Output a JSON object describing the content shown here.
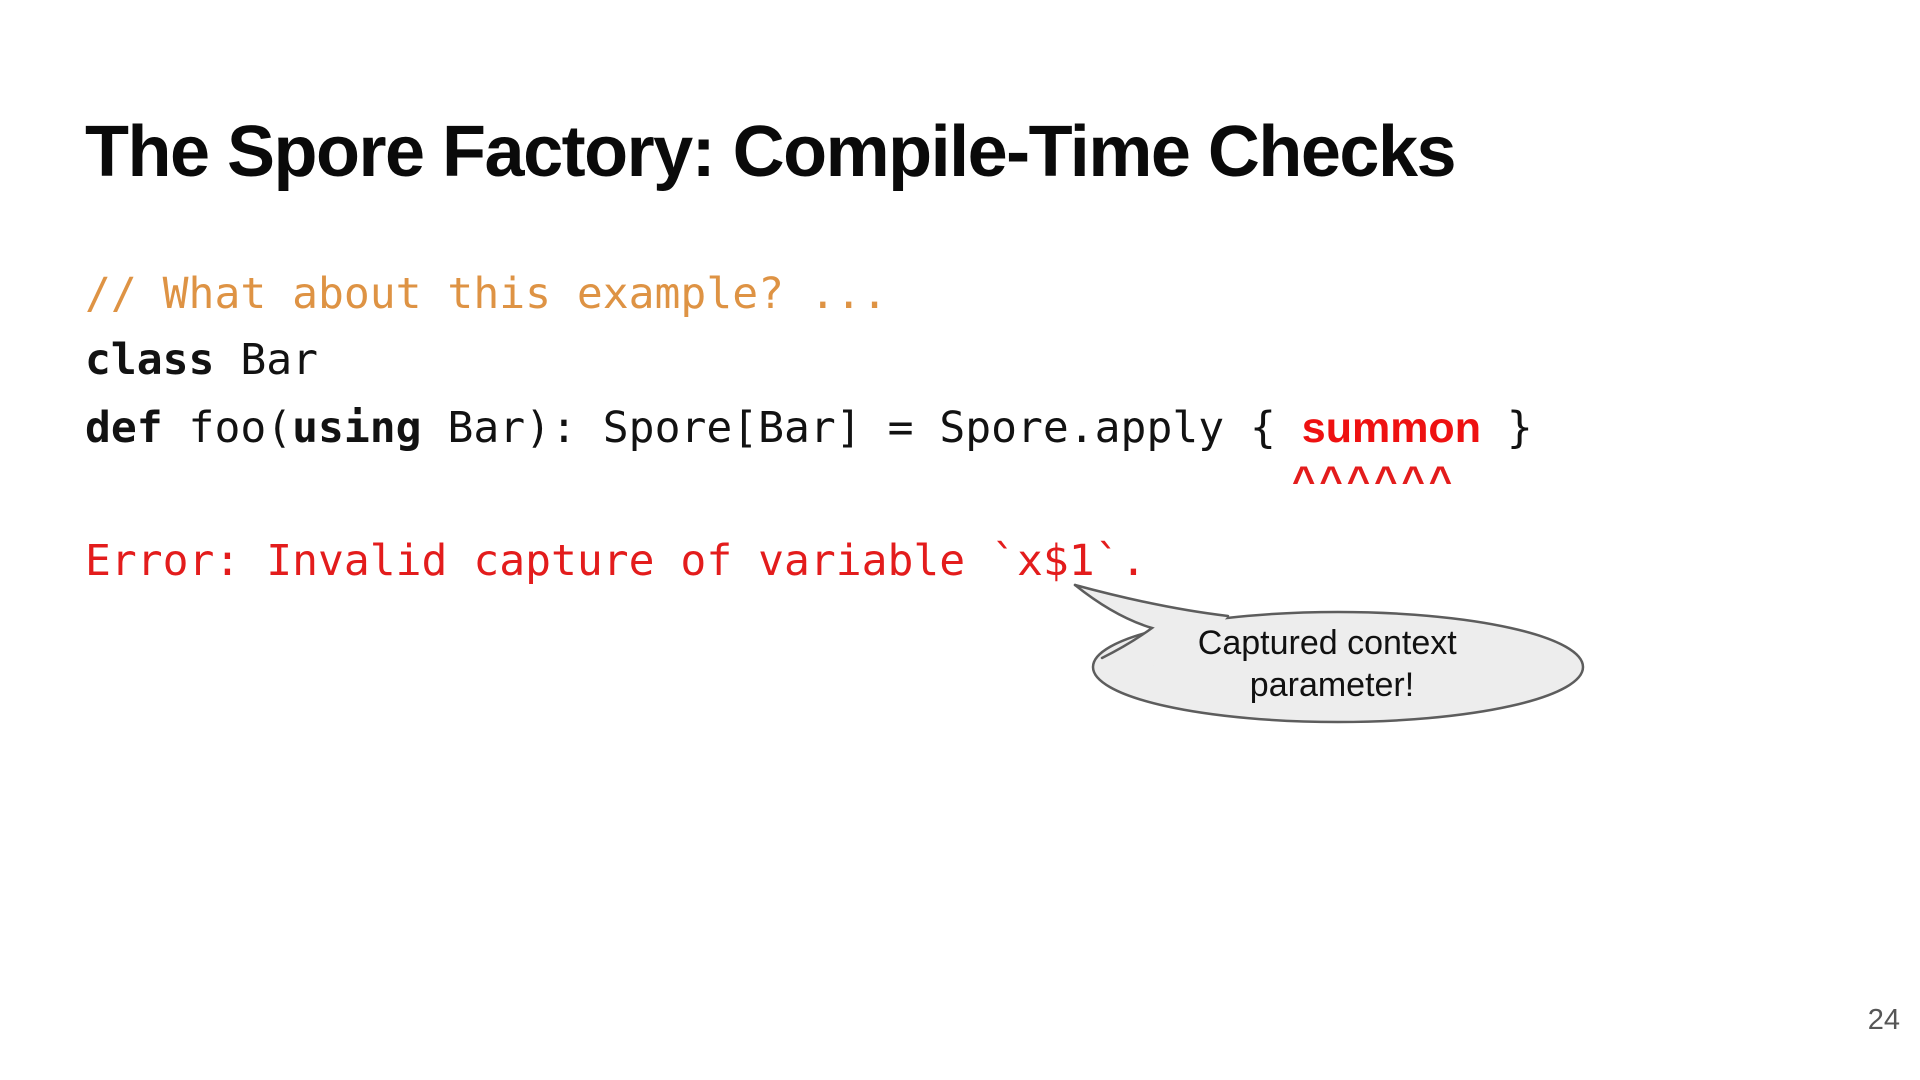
{
  "slide": {
    "title": "The Spore Factory: Compile-Time Checks"
  },
  "code": {
    "comment": "// What about this example? ...",
    "class_line": {
      "keyword": "class",
      "rest": " Bar"
    },
    "def_line": {
      "kw_def": "def",
      "mid1": " foo(",
      "kw_using": "using",
      "mid2": " Bar): Spore[Bar] = Spore.apply { ",
      "summon": "summon",
      "end": " }"
    },
    "carets": "^^^^^^",
    "error": "Error: Invalid capture of variable `x$1`."
  },
  "callout": {
    "line1": "Captured context",
    "line2": "parameter!"
  },
  "page_number": "24",
  "colors": {
    "comment_orange": "#de9344",
    "error_red": "#e31c1c",
    "summon_red": "#ee1111",
    "code_black": "#121212",
    "title_black": "#0a0a0a",
    "bubble_fill": "#ededed",
    "bubble_border": "#5d5d5d",
    "page_gray": "#565656"
  }
}
